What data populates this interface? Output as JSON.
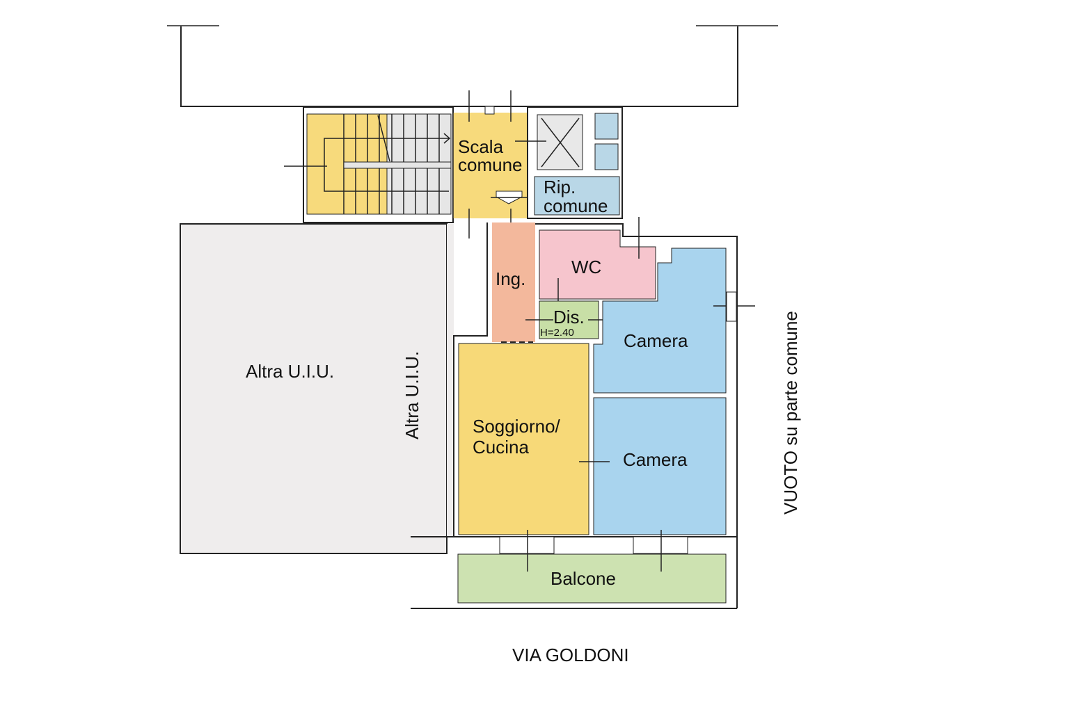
{
  "rooms": {
    "scala": [
      "Scala",
      "comune"
    ],
    "rip": [
      "Rip.",
      "comune"
    ],
    "ing": "Ing.",
    "wc": "WC",
    "dis": "Dis.",
    "dis_height": "H=2.40",
    "camera1": "Camera",
    "camera2": "Camera",
    "soggiorno": [
      "Soggiorno/",
      "Cucina"
    ],
    "balcone": "Balcone",
    "altra1": "Altra U.I.U.",
    "altra2": "Altra U.I.U."
  },
  "annotations": {
    "vuoto": "VUOTO su parte comune",
    "street": "VIA GOLDONI"
  },
  "colors": {
    "scala": "#f7da7c",
    "stairs_grey": "#e6e6e6",
    "ing": "#f3b89c",
    "wc": "#f6c5cd",
    "dis": "#c8dfa6",
    "camera": "#a9d4ee",
    "rip": "#b9d7e7",
    "soggiorno": "#f7d978",
    "balcone": "#cde2b1",
    "altra": "#efeded"
  }
}
